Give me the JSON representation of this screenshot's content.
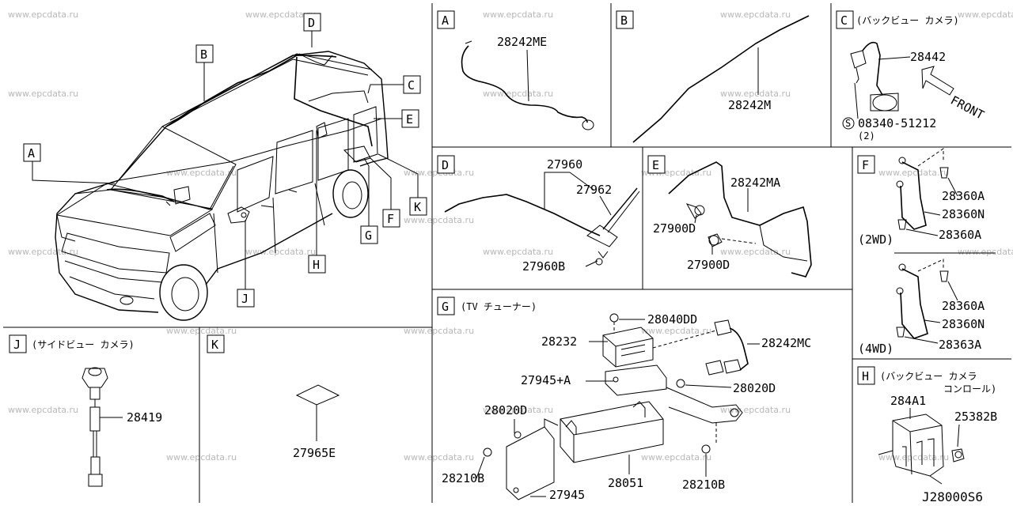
{
  "watermark": "www.epcdata.ru",
  "footer_code": "J28000S6",
  "overview": {
    "callouts": [
      "A",
      "B",
      "C",
      "D",
      "E",
      "F",
      "G",
      "H",
      "J",
      "K"
    ]
  },
  "panels": {
    "A": {
      "letter": "A",
      "parts": [
        "28242ME"
      ]
    },
    "B": {
      "letter": "B",
      "parts": [
        "28242M"
      ]
    },
    "C": {
      "letter": "C",
      "title": "(バックビュー カメラ)",
      "parts": [
        "28442"
      ],
      "screw_symbol": "S",
      "screw_part": "08340-51212",
      "screw_qty": "(2)",
      "front_label": "FRONT"
    },
    "D": {
      "letter": "D",
      "parts": [
        "27960",
        "27962",
        "27960B"
      ]
    },
    "E": {
      "letter": "E",
      "parts": [
        "28242MA",
        "27900D",
        "27900D"
      ]
    },
    "F": {
      "letter": "F",
      "parts_2wd": [
        "28360A",
        "28360N",
        "28360A"
      ],
      "label_2wd": "(2WD)",
      "parts_4wd": [
        "28360A",
        "28360N",
        "28363A"
      ],
      "label_4wd": "(4WD)"
    },
    "G": {
      "letter": "G",
      "title": "(TV チューナー)",
      "parts": [
        "28040DD",
        "28232",
        "28242MC",
        "27945+A",
        "28020D",
        "28020D",
        "28210B",
        "28051",
        "28210B",
        "27945"
      ]
    },
    "H": {
      "letter": "H",
      "title_line1": "(バックビュー カメラ",
      "title_line2": "コンロール)",
      "parts": [
        "284A1",
        "25382B"
      ]
    },
    "J": {
      "letter": "J",
      "title": "(サイドビュー カメラ)",
      "parts": [
        "28419"
      ]
    },
    "K": {
      "letter": "K",
      "parts": [
        "27965E"
      ]
    }
  }
}
